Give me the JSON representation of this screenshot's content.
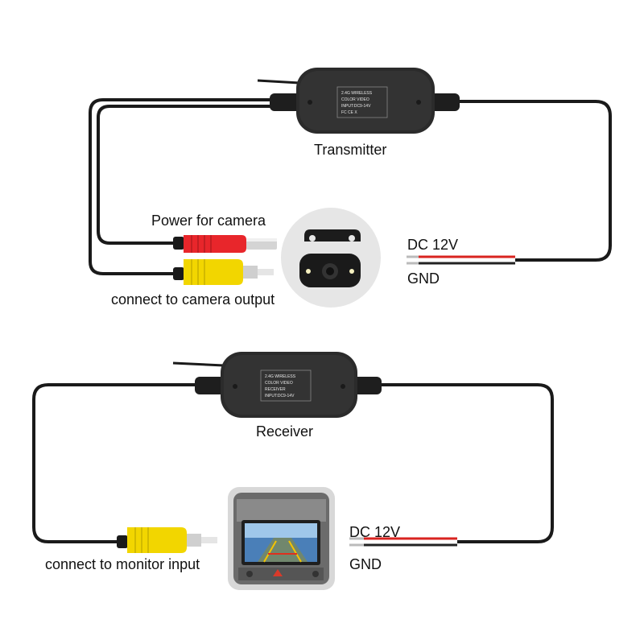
{
  "transmitter": {
    "caption": "Transmitter",
    "box_lines": [
      "2.4G WIRELESS",
      "COLOR   VIDEO",
      "INPUT:DC9-14V",
      "FC  CE  X"
    ]
  },
  "receiver": {
    "caption": "Receiver",
    "box_lines": [
      "2.4G WIRELESS",
      "COLOR   VIDEO",
      "RECEIVER",
      "INPUT:DC9-14V"
    ]
  },
  "labels": {
    "power_for_camera": "Power for camera",
    "connect_camera_output": "connect to camera output",
    "connect_monitor_input": "connect to monitor input",
    "top_dc": "DC 12V",
    "top_gnd": "GND",
    "bottom_dc": "DC 12V",
    "bottom_gnd": "GND"
  },
  "colors": {
    "cable": "#1a1a1a",
    "box": "#2b2b2b",
    "red_connector": "#e8262b",
    "yellow_connector": "#f2d600",
    "dc_wire_red": "#d9231f",
    "background": "#ffffff"
  }
}
